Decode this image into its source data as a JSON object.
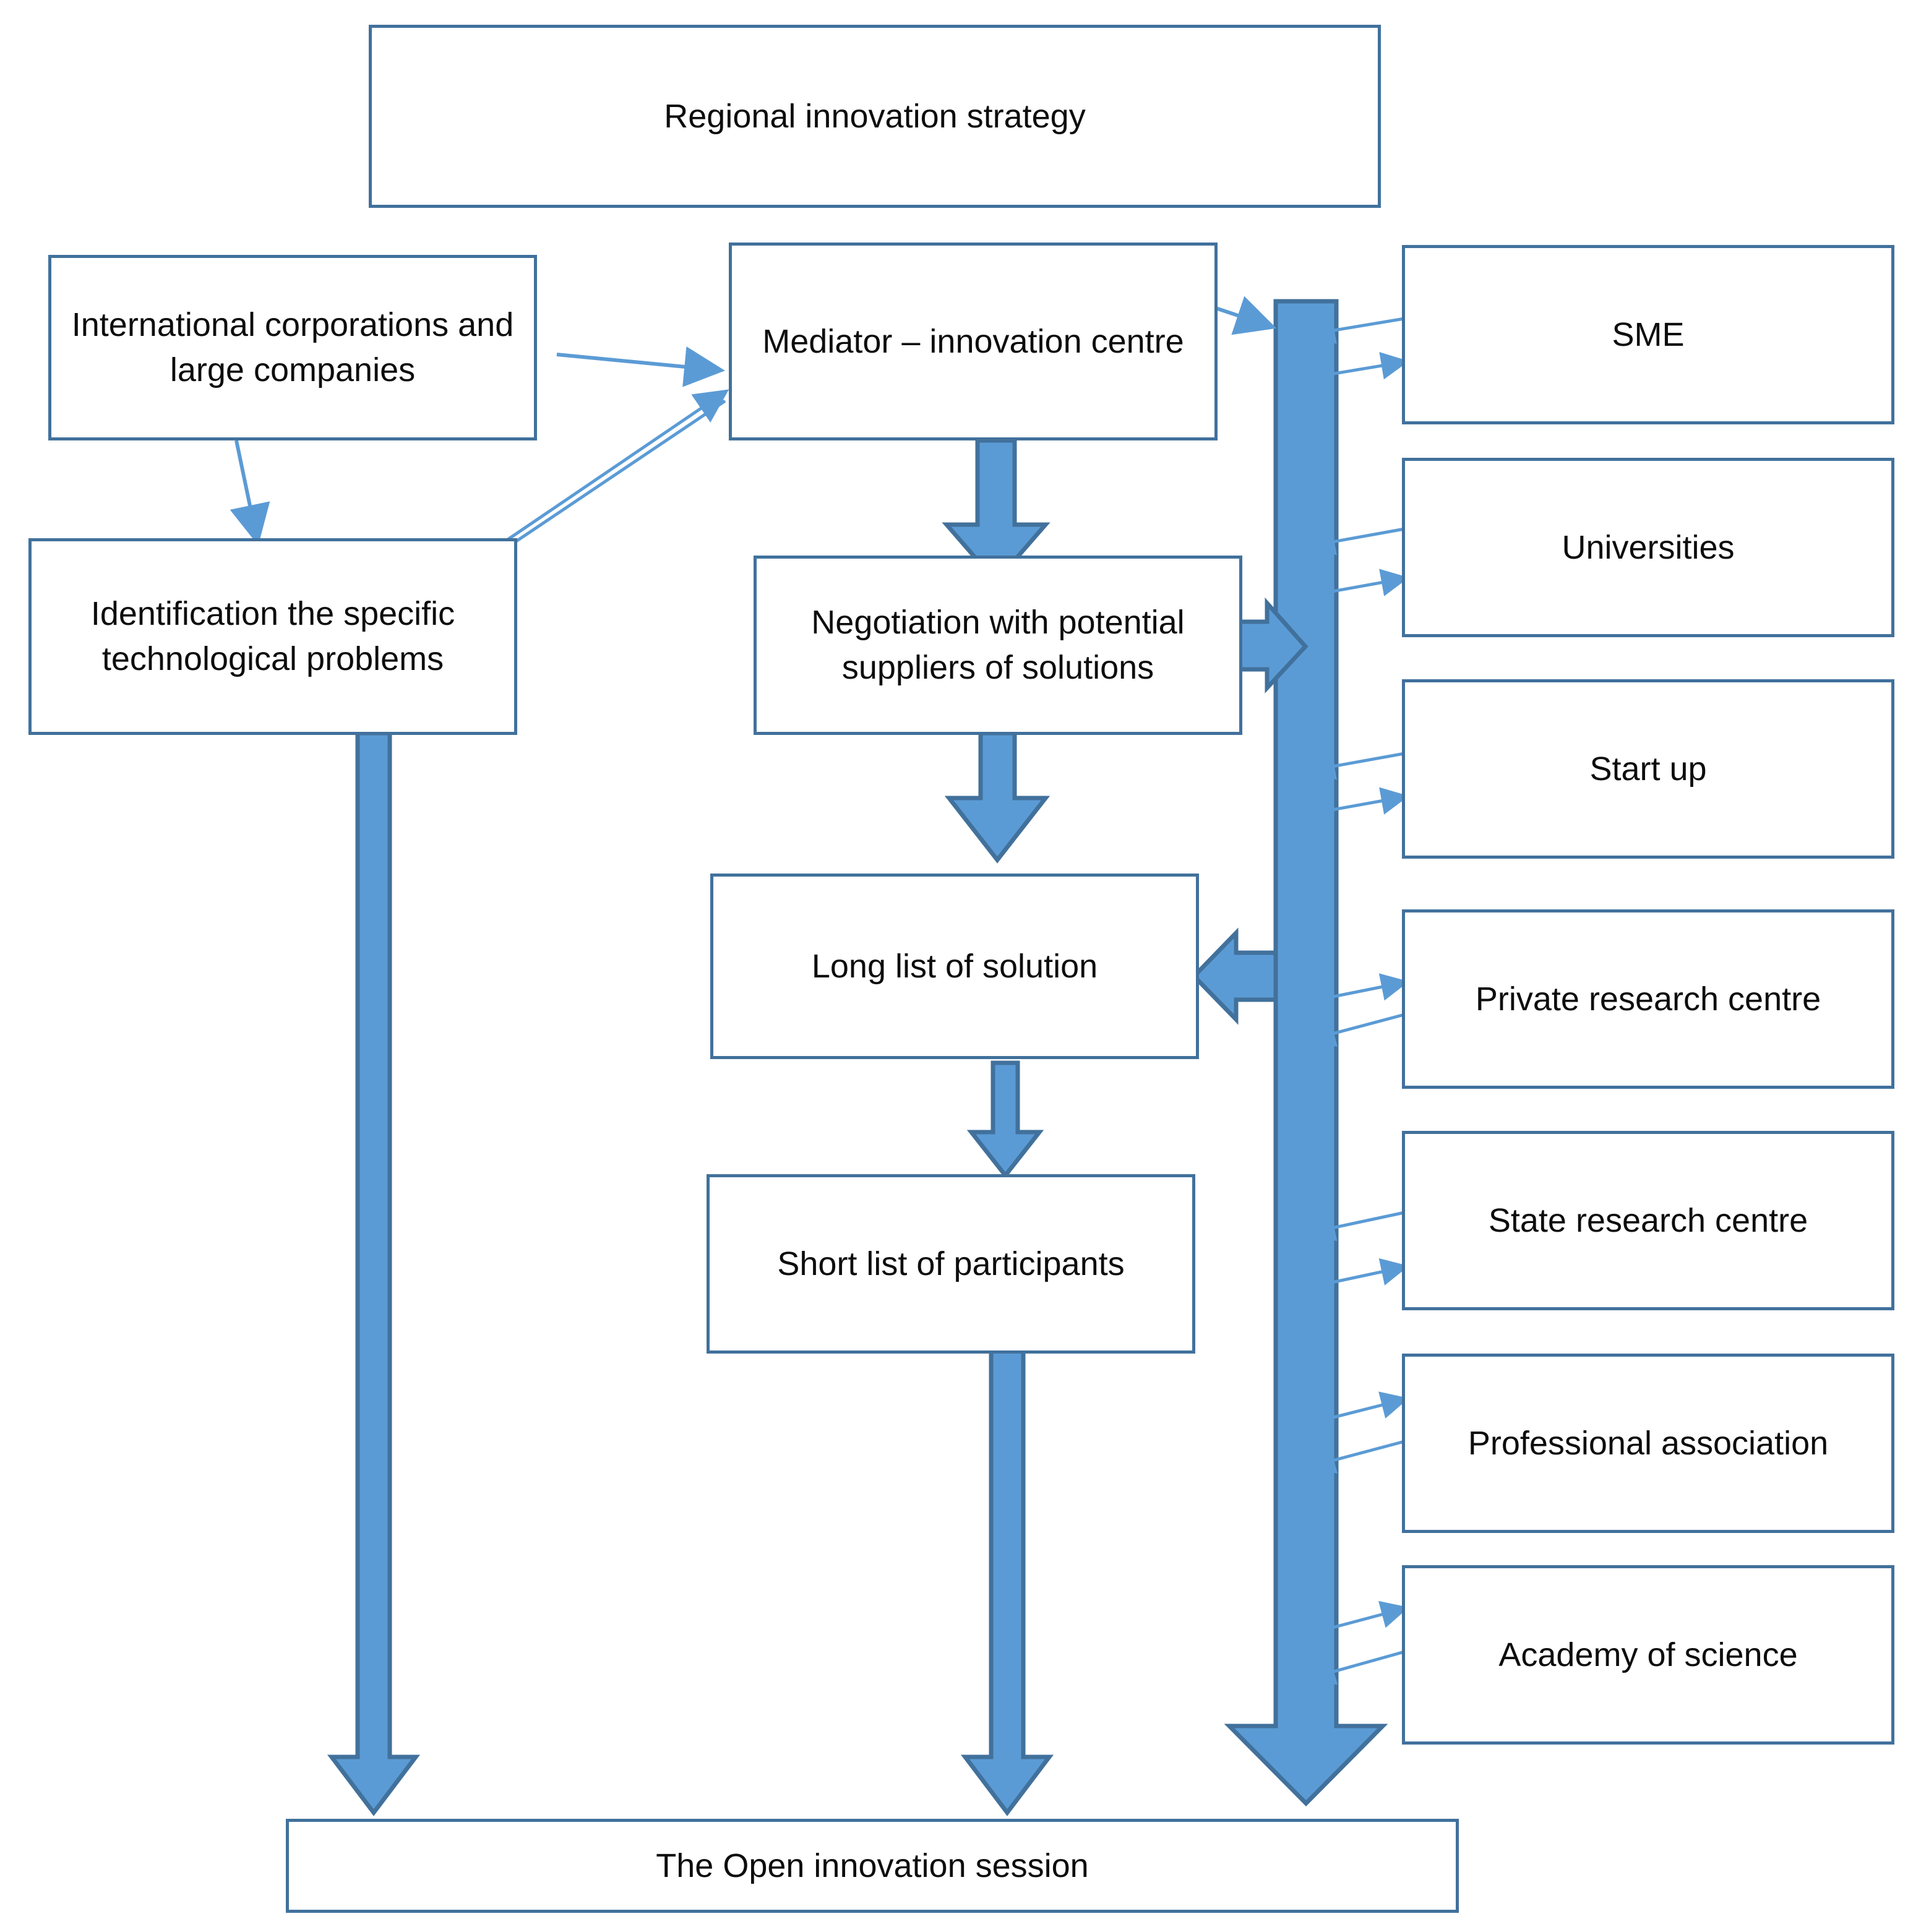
{
  "diagram": {
    "title_box": {
      "label": "Regional innovation strategy"
    },
    "left_column": [
      {
        "id": "international-corporations",
        "label": "International corporations and large companies"
      },
      {
        "id": "identification-problems",
        "label": "Identification the specific technological problems"
      }
    ],
    "center_column": [
      {
        "id": "mediator-innovation-centre",
        "label": "Mediator – innovation centre"
      },
      {
        "id": "negotiation-suppliers",
        "label": "Negotiation with potential suppliers of solutions"
      },
      {
        "id": "long-list-solution",
        "label": "Long list of solution"
      },
      {
        "id": "short-list-participants",
        "label": "Short list of participants"
      }
    ],
    "right_column": [
      {
        "id": "sme",
        "label": "SME"
      },
      {
        "id": "universities",
        "label": "Universities"
      },
      {
        "id": "start-up",
        "label": "Start up"
      },
      {
        "id": "private-research-centre",
        "label": "Private research centre"
      },
      {
        "id": "state-research-centre",
        "label": "State research centre"
      },
      {
        "id": "professional-association",
        "label": "Professional association"
      },
      {
        "id": "academy-of-science",
        "label": "Academy of science"
      }
    ],
    "bottom_box": {
      "label": "The Open innovation session"
    },
    "colors": {
      "box_border": "#41719C",
      "arrow_fill": "#5B9BD5",
      "arrow_stroke": "#41719C",
      "thin_arrow": "#5B9BD5",
      "background": "#FFFFFF",
      "text": "#0D0D0D"
    }
  }
}
